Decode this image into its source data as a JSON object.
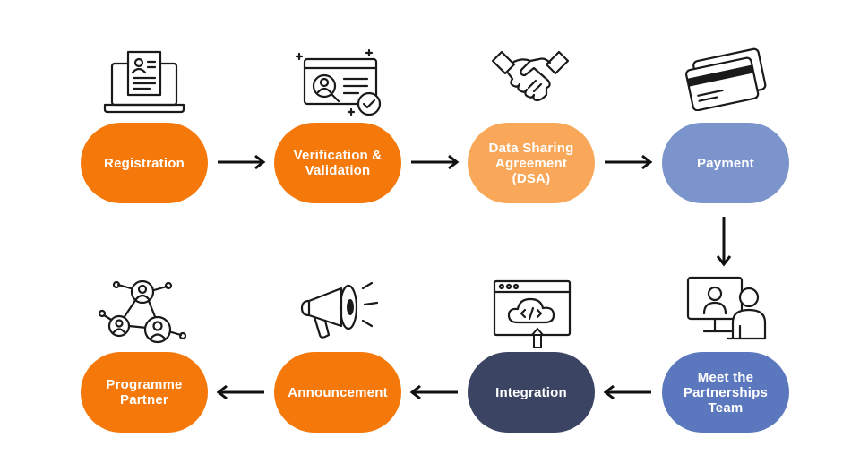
{
  "colors": {
    "orange": "#F5780A",
    "light_orange": "#F9A85A",
    "periwinkle": "#7B94CC",
    "blue": "#5B78BF",
    "navy": "#3B4462",
    "arrow": "#111111"
  },
  "steps": [
    {
      "label": "Registration",
      "icon": "laptop-document-icon",
      "color": "#F5780A"
    },
    {
      "label": "Verification &\nValidation",
      "icon": "id-card-check-icon",
      "color": "#F5780A"
    },
    {
      "label": "Data Sharing\nAgreement\n(DSA)",
      "icon": "handshake-icon",
      "color": "#F9A85A"
    },
    {
      "label": "Payment",
      "icon": "credit-card-icon",
      "color": "#7B94CC"
    },
    {
      "label": "Meet the\nPartnerships\nTeam",
      "icon": "video-meeting-icon",
      "color": "#5B78BF"
    },
    {
      "label": "Integration",
      "icon": "cloud-code-icon",
      "color": "#3B4462"
    },
    {
      "label": "Announcement",
      "icon": "megaphone-icon",
      "color": "#F5780A"
    },
    {
      "label": "Programme\nPartner",
      "icon": "network-people-icon",
      "color": "#F5780A"
    }
  ]
}
